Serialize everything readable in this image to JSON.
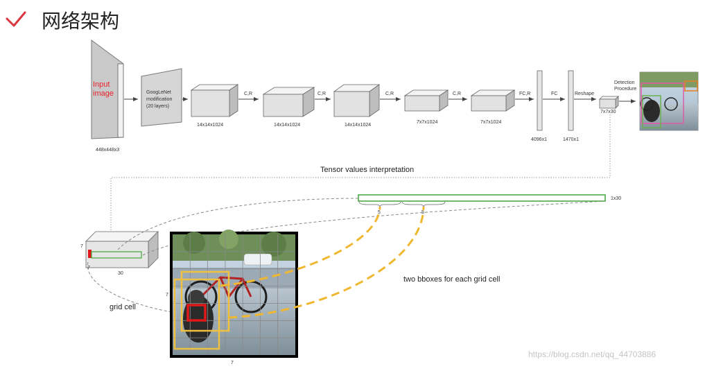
{
  "title": "网络架构",
  "pipeline": {
    "input": {
      "label_line1": "Input",
      "label_line2": "image",
      "dim": "448x448x3"
    },
    "googlenet": {
      "line1": "GoogLeNet",
      "line2": "modification",
      "line3": "(20 layers)"
    },
    "blocks": [
      {
        "op": "C,R",
        "dim": "14x14x1024"
      },
      {
        "op": "C,R",
        "dim": "14x14x1024"
      },
      {
        "op": "C,R",
        "dim": "14x14x1024"
      },
      {
        "op": "C,R",
        "dim": "7x7x1024"
      },
      {
        "op": "FC,R",
        "dim": "7x7x1024"
      }
    ],
    "fc1": {
      "op": "FC",
      "dim": "4096x1"
    },
    "fc2": {
      "op": "Reshape",
      "dim": "1470x1"
    },
    "reshape_out": {
      "dim": "7x7x30"
    },
    "detection": {
      "line1": "Detection",
      "line2": "Procedure"
    }
  },
  "interpretation": {
    "heading": "Tensor values interpretation",
    "vector_label": "1x30",
    "seg1": "5",
    "seg2": "5",
    "cube_h": "7",
    "cube_w": "7",
    "cube_d": "30",
    "grid_h": "7",
    "grid_w": "7",
    "grid_cell_label": "grid cell",
    "bbox_label": "two bboxes for each grid cell"
  },
  "watermark": "https://blog.csdn.net/qq_44703886",
  "colors": {
    "check": "#d9363e",
    "input_text": "#e8202a",
    "green": "#3fa535",
    "yellow": "#f0c040",
    "red_cell": "#e01818"
  }
}
